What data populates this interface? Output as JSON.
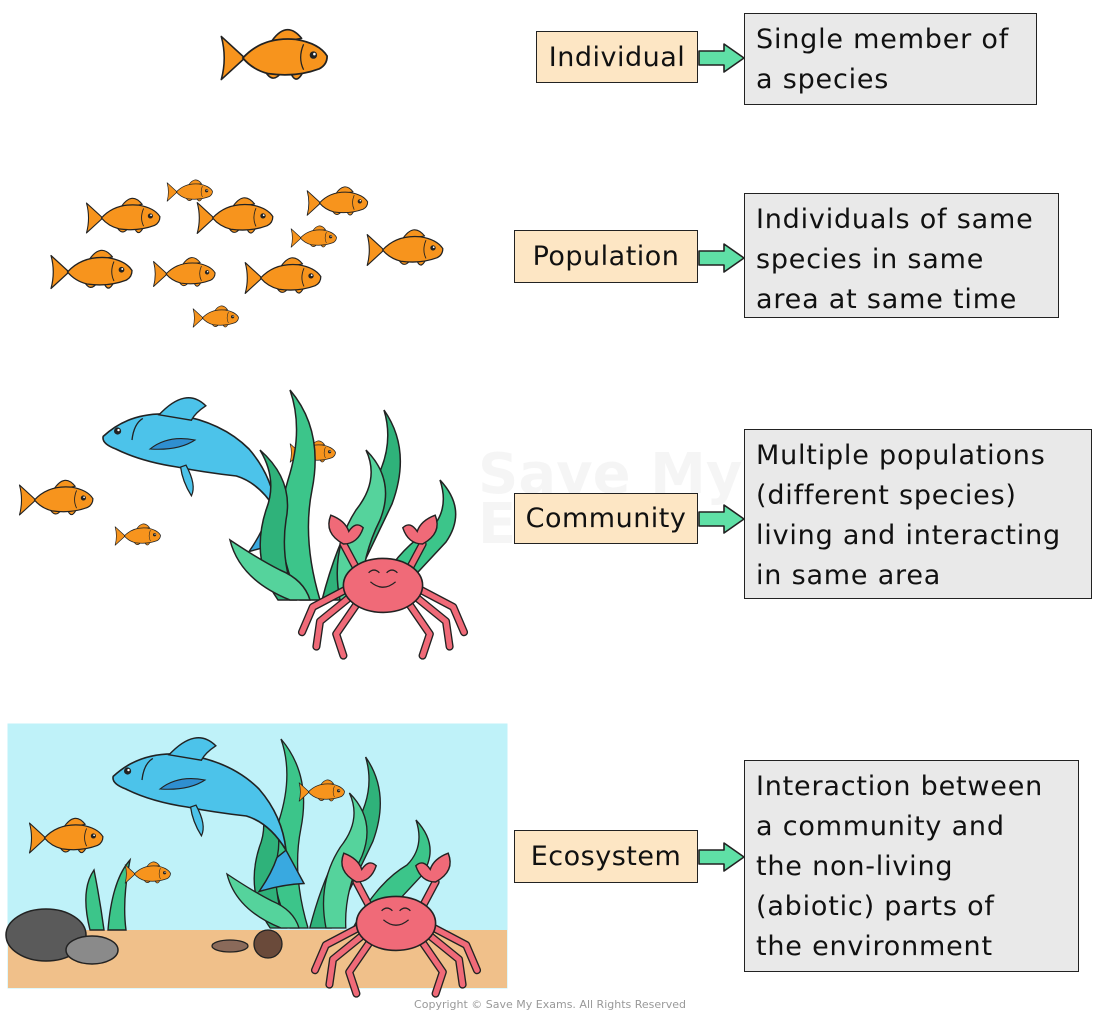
{
  "rows": [
    {
      "label": "Individual",
      "definition_lines": [
        "Single member of",
        "a species"
      ]
    },
    {
      "label": "Population",
      "definition_lines": [
        "Individuals of same",
        "species in same",
        "area at same time"
      ]
    },
    {
      "label": "Community",
      "definition_lines": [
        "Multiple populations",
        "(different species)",
        "living and interacting",
        "in same area"
      ]
    },
    {
      "label": "Ecosystem",
      "definition_lines": [
        "Interaction between",
        "a community and",
        "the non-living",
        "(abiotic) parts of",
        "the environment"
      ]
    }
  ],
  "watermark": {
    "line1": "Save My",
    "line2": "Exams"
  },
  "copyright": "Copyright © Save My Exams. All Rights Reserved",
  "colors": {
    "label_fill": "#fde6c4",
    "definition_fill": "#e9e9e9",
    "arrow": "#5fe0a6",
    "goldfish": "#f7941d",
    "blue_fish": "#4cc3ea",
    "seaweed": "#3cc58a",
    "crab": "#f06a78",
    "water": "#bff2f9",
    "sand": "#f0c08a"
  }
}
